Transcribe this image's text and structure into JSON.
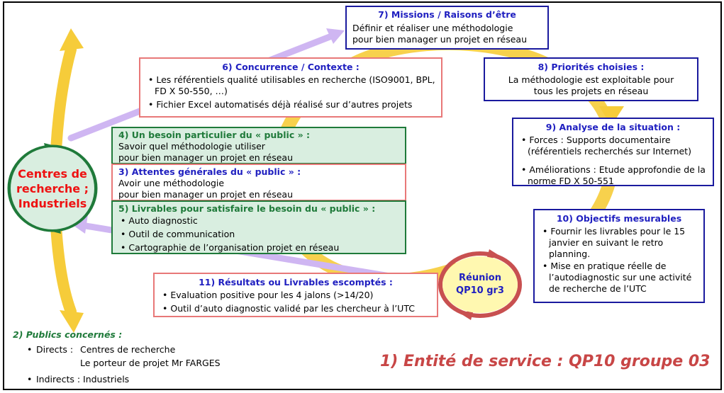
{
  "box7": {
    "title": "7) Missions / Raisons d’être",
    "line1": "Définir et réaliser une méthodologie",
    "line2": "pour bien manager un projet en réseau"
  },
  "box6": {
    "title": "6) Concurrence / Contexte :",
    "items": [
      "Les référentiels qualité utilisables en recherche (ISO9001, BPL, FD X 50-550, …)",
      "Fichier Excel automatisés déjà réalisé sur d’autres projets"
    ]
  },
  "box8": {
    "title": "8) Priorités choisies :",
    "line1": "La méthodologie est exploitable pour",
    "line2": "tous les projets en réseau"
  },
  "box4": {
    "title": "4) Un besoin particulier du « public » :",
    "line1": "Savoir quel méthodologie utiliser",
    "line2": "pour bien manager un projet en réseau"
  },
  "box3": {
    "title": "3) Attentes générales du « public » :",
    "line1": "Avoir une méthodologie",
    "line2": "pour bien manager un projet en réseau"
  },
  "box5": {
    "title": "5) Livrables pour satisfaire le besoin du « public » :",
    "items": [
      "Auto diagnostic",
      "Outil de communication",
      "Cartographie de l’organisation projet en réseau"
    ]
  },
  "box9": {
    "title": "9) Analyse de la situation :",
    "items": [
      "Forces : Supports documentaire (référentiels recherchés sur Internet)",
      "Améliorations : Etude approfondie de la norme FD X 50-551"
    ]
  },
  "box10": {
    "title": "10) Objectifs mesurables",
    "items": [
      "Fournir les livrables pour le 15 janvier en suivant le retro planning.",
      "Mise en pratique réelle de l’autodiagnostic sur une activité de recherche de l’UTC"
    ]
  },
  "box11": {
    "title": "11) Résultats ou Livrables escomptés :",
    "items": [
      "Evaluation positive pour les 4 jalons (>14/20)",
      "Outil d’auto diagnostic validé par les chercheur à l’UTC"
    ]
  },
  "circle": {
    "line1": "Centres de",
    "line2": "recherche ;",
    "line3": "Industriels"
  },
  "reunion": {
    "line1": "Réunion",
    "line2": "QP10 gr3"
  },
  "publics": {
    "title": "2) Publics concernés :",
    "directs_label": "Directs :",
    "directs_1": "Centres de recherche",
    "directs_2": "Le porteur de projet Mr FARGES",
    "indirects": "Indirects : Industriels"
  },
  "entite": "1) Entité de service : QP10 groupe 03",
  "colors": {
    "blue": "#1f1fc0",
    "green": "#1f7a3a",
    "pink": "#e87878",
    "yellow": "#f6cc3a",
    "violet": "#cfb6f2",
    "red_circle": "#c85050"
  }
}
